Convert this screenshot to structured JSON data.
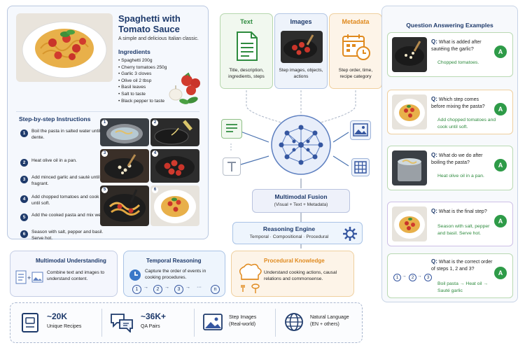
{
  "recipe": {
    "title_line1": "Spaghetti with",
    "title_line2": "Tomato Sauce",
    "subtitle": "A simple and delicious Italian classic.",
    "ingredients_heading": "Ingredients",
    "ingredients": [
      "Spaghetti 200g",
      "Cherry tomatoes 250g",
      "Garlic 3 cloves",
      "Olive oil 2 tbsp",
      "Basil leaves",
      "Salt to taste",
      "Black pepper to taste"
    ],
    "steps_heading": "Step-by-step Instructions",
    "steps": [
      {
        "num": "1",
        "text": "Boil the pasta in salted water until al dente."
      },
      {
        "num": "2",
        "text": "Heat olive oil in a pan."
      },
      {
        "num": "3",
        "text": "Add minced garlic and sauté until fragrant."
      },
      {
        "num": "4",
        "text": "Add chopped tomatoes and cook until soft."
      },
      {
        "num": "5",
        "text": "Add the cooked pasta and mix well."
      },
      {
        "num": "6",
        "text": "Season with salt, pepper and basil. Serve hot."
      }
    ]
  },
  "modalities": {
    "text": {
      "title": "Text",
      "desc": "Title, description, ingredients, steps",
      "color": "#2e8b3e"
    },
    "images": {
      "title": "Images",
      "desc": "Step images, objects, actions",
      "color": "#1e3a6b"
    },
    "metadata": {
      "title": "Metadata",
      "desc": "Step order, time, recipe category",
      "color": "#e08a1e"
    }
  },
  "fusion": {
    "title": "Multimodal Fusion",
    "sub": "(Visual + Text + Metadata)"
  },
  "reasoning": {
    "title": "Reasoning Engine",
    "sub": "Temporal · Compositional · Procedural"
  },
  "features": {
    "multimodal": {
      "title": "Multimodal Understanding",
      "desc": "Combine text and images to understand content."
    },
    "temporal": {
      "title": "Temporal Reasoning",
      "desc": "Capture the order of events in cooking procedures.",
      "seq": [
        "1",
        "2",
        "3",
        "···",
        "n"
      ]
    },
    "procedural": {
      "title": "Procedural Knowledge",
      "desc": "Understand cooking actions, causal relations and commonsense."
    }
  },
  "qa": {
    "heading": "Question Answering Examples",
    "items": [
      {
        "q_prefix": "Q:",
        "q": "What is added after sautéing the garlic?",
        "a": "Chopped tomatoes.",
        "badge": "A"
      },
      {
        "q_prefix": "Q:",
        "q": "Which step comes before mixing the pasta?",
        "a": "Add chopped tomatoes and cook until soft.",
        "badge": "A"
      },
      {
        "q_prefix": "Q:",
        "q": "What do we do after boiling the pasta?",
        "a": "Heat olive oil in a pan.",
        "badge": "A"
      },
      {
        "q_prefix": "Q:",
        "q": "What is the final step?",
        "a": "Season with salt, pepper and basil. Serve hot.",
        "badge": "A"
      },
      {
        "q_prefix": "Q:",
        "q": "What is the correct order of steps 1, 2 and 3?",
        "a": "Boil pasta → Heat oil → Sauté garlic",
        "badge": "A",
        "seq": [
          "1",
          "2",
          "3"
        ]
      }
    ]
  },
  "stats": {
    "recipes": {
      "value": "~20K",
      "label": "Unique Recipes"
    },
    "qa_pairs": {
      "value": "~36K+",
      "label": "QA Pairs"
    },
    "step_images": {
      "line1": "Step Images",
      "line2": "(Real-world)"
    },
    "language": {
      "line1": "Natural Language",
      "line2": "(EN + others)"
    }
  }
}
